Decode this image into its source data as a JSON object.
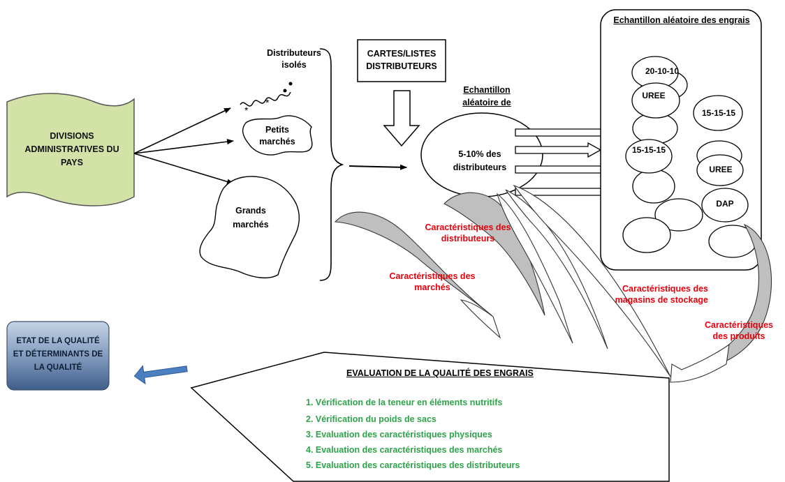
{
  "divisions": "DIVISIONS ADMINISTRATIVES DU PAYS",
  "sources": {
    "isolated": "Distributeurs isolés",
    "small": "Petits marchés",
    "large": "Grands marchés"
  },
  "cards": "CARTES/LISTES DISTRIBUTEURS",
  "sample_distributors": {
    "title": "Echantillon aléatoire de",
    "body": "5-10% des distributeurs"
  },
  "fertilizer_sample": {
    "title": "Echantillon aléatoire des engrais",
    "items": [
      "20-10-10",
      "UREE",
      "15-15-15",
      "15-15-15",
      "UREE",
      "DAP"
    ]
  },
  "characteristics": {
    "distributors": "Caractéristiques des distributeurs",
    "markets": "Caractéristiques des marchés",
    "storage": "Caractéristiques des magasins de stockage",
    "products": "Caractéristiques des produits"
  },
  "evaluation": {
    "title": "EVALUATION DE LA QUALITÉ DES ENGRAIS",
    "steps": [
      "1.   Vérification de la teneur en éléments  nutritifs",
      "2.   Vérification du poids de sacs",
      "3.   Evaluation des caractéristiques physiques",
      "4.   Evaluation des caractéristiques des marchés",
      "5.   Evaluation des caractéristiques des distributeurs"
    ]
  },
  "result": "ETAT DE LA QUALITÉ ET DÉTERMINANTS DE LA QUALITÉ",
  "colors": {
    "banner": "#d3e3a8",
    "result_top": "#c6d4e6",
    "result_bottom": "#3f5f8a",
    "label_red": "#e8000b",
    "step_green": "#2ea34a",
    "arrow_blue": "#4a7fc1",
    "swoosh_gray": "#bfbfbf"
  }
}
